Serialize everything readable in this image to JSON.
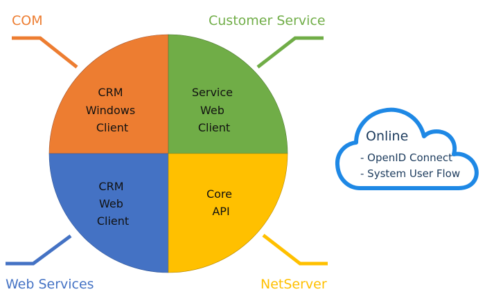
{
  "diagram": {
    "quadrants": [
      {
        "id": "top-left",
        "lines": [
          "CRM",
          "Windows",
          "Client"
        ],
        "color": "#ed7d31"
      },
      {
        "id": "top-right",
        "lines": [
          "Service",
          "Web",
          "Client"
        ],
        "color": "#70ad47"
      },
      {
        "id": "bottom-left",
        "lines": [
          "CRM",
          "Web",
          "Client"
        ],
        "color": "#4472c4"
      },
      {
        "id": "bottom-right",
        "lines": [
          "Core",
          "API"
        ],
        "color": "#ffc000"
      }
    ],
    "groups": [
      {
        "id": "com",
        "label": "COM",
        "color": "#ed7d31"
      },
      {
        "id": "customer-service",
        "label": "Customer Service",
        "color": "#70ad47"
      },
      {
        "id": "web-services",
        "label": "Web Services",
        "color": "#4472c4"
      },
      {
        "id": "netserver",
        "label": "NetServer",
        "color": "#ffc000"
      }
    ],
    "cloud": {
      "title": "Online",
      "items": [
        "- OpenID Connect",
        "- System User Flow"
      ],
      "stroke_color": "#1e88e5",
      "text_color": "#1b3a5c"
    }
  }
}
